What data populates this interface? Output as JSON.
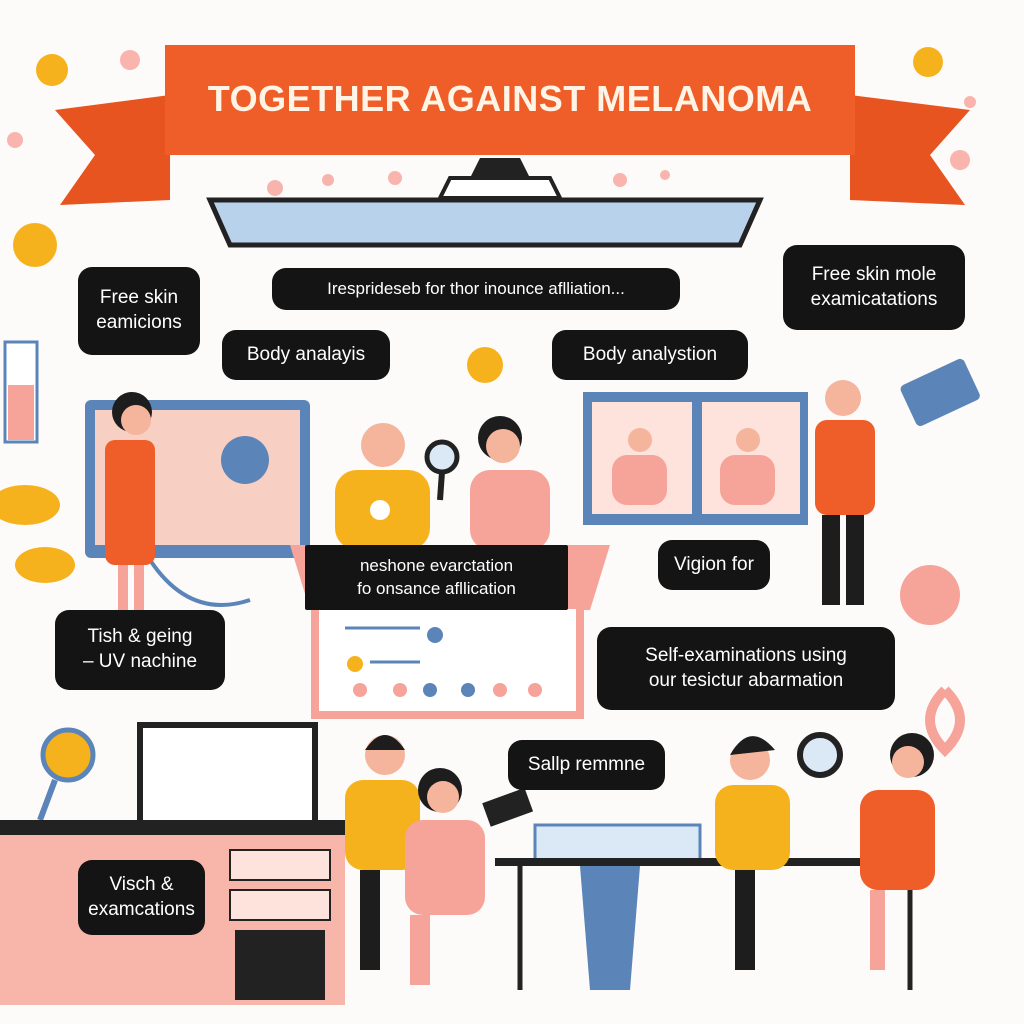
{
  "banner": {
    "title": "TOGETHER AGAINST MELANOMA"
  },
  "bubbles": {
    "free_skin_left": {
      "line1": "Free skin",
      "line2": "eamicions"
    },
    "top_center": "Iresprideseb for thor inounce aflliation...",
    "body_left": "Body analayis",
    "body_right": "Body analystion",
    "free_skin_right": {
      "line1": "Free skin mole",
      "line2": "examicatations"
    },
    "booth": {
      "line1": "neshone evarctation",
      "line2": "fo onsance afllication"
    },
    "vision": "Vigion for",
    "uv": {
      "line1": "Tish & geing",
      "line2": "– UV nachine"
    },
    "self_exam": {
      "line1": "Self-examinations using",
      "line2": "our tesictur abarmation"
    },
    "sallp": "Sallp remmne",
    "visch": {
      "line1": "Visch &",
      "line2": "examcations"
    }
  },
  "colors": {
    "accent": "#ef5d28",
    "bubble": "#141414",
    "pink": "#f6a39a",
    "blue": "#5b85b8",
    "yellow": "#f6b21c"
  }
}
